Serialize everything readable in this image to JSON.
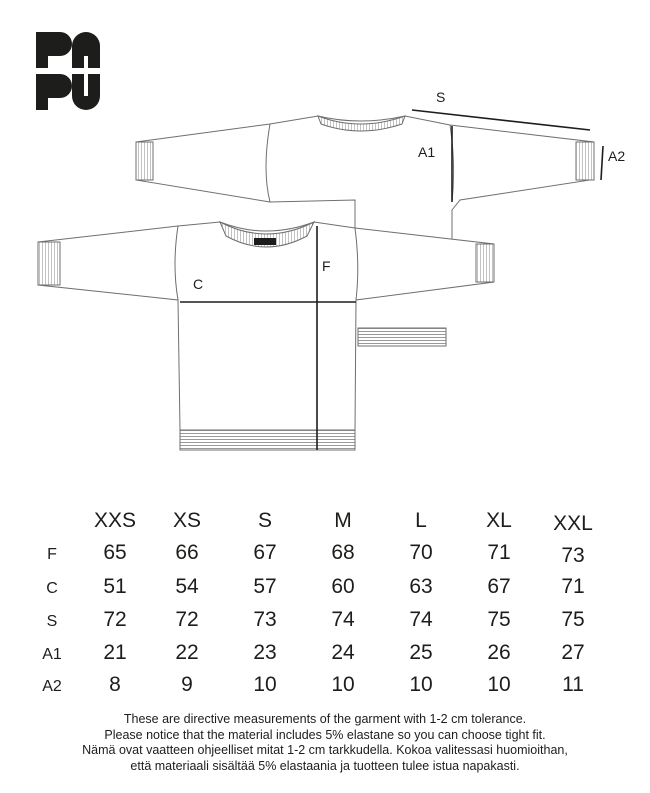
{
  "brand": {
    "logo_text": "PAPU"
  },
  "dimensions": {
    "S": "S",
    "A1": "A1",
    "A2": "A2",
    "C": "C",
    "F": "F"
  },
  "size_table": {
    "sizes": [
      "XXS",
      "XS",
      "S",
      "M",
      "L",
      "XL",
      "XXL"
    ],
    "rows": [
      {
        "label": "F",
        "values": [
          "65",
          "66",
          "67",
          "68",
          "70",
          "71",
          "73"
        ]
      },
      {
        "label": "C",
        "values": [
          "51",
          "54",
          "57",
          "60",
          "63",
          "67",
          "71"
        ]
      },
      {
        "label": "S",
        "values": [
          "72",
          "72",
          "73",
          "74",
          "74",
          "75",
          "75"
        ]
      },
      {
        "label": "A1",
        "values": [
          "21",
          "22",
          "23",
          "24",
          "25",
          "26",
          "27"
        ]
      },
      {
        "label": "A2",
        "values": [
          "8",
          "9",
          "10",
          "10",
          "10",
          "10",
          "11"
        ]
      }
    ]
  },
  "notes": [
    "These are directive measurements of the garment with 1-2 cm tolerance.",
    "Please notice that the material includes 5% elastane so you can choose tight fit.",
    "Nämä ovat vaatteen ohjeelliset mitat 1-2 cm tarkkudella. Kokoa valitessasi huomioithan,",
    "että materiaali sisältää 5% elastaania  ja tuotteen tulee istua napakasti."
  ],
  "colors": {
    "ink": "#1d1d1b",
    "line": "#6f6f6f",
    "rib": "#9a9a9a"
  }
}
